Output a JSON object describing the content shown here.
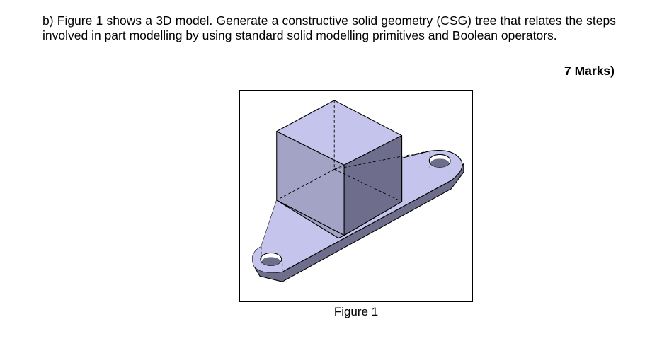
{
  "question": {
    "text": "b) Figure 1 shows a 3D model. Generate a constructive solid geometry (CSG) tree that relates the steps involved in part modelling by using standard solid modelling primitives and Boolean operators.",
    "marks": "7 Marks)"
  },
  "figure": {
    "caption": "Figure 1",
    "colors": {
      "light_face": "#c4c4ec",
      "mid_face": "#a3a3c6",
      "dark_face": "#6e6e8c",
      "outline": "#000000"
    }
  }
}
